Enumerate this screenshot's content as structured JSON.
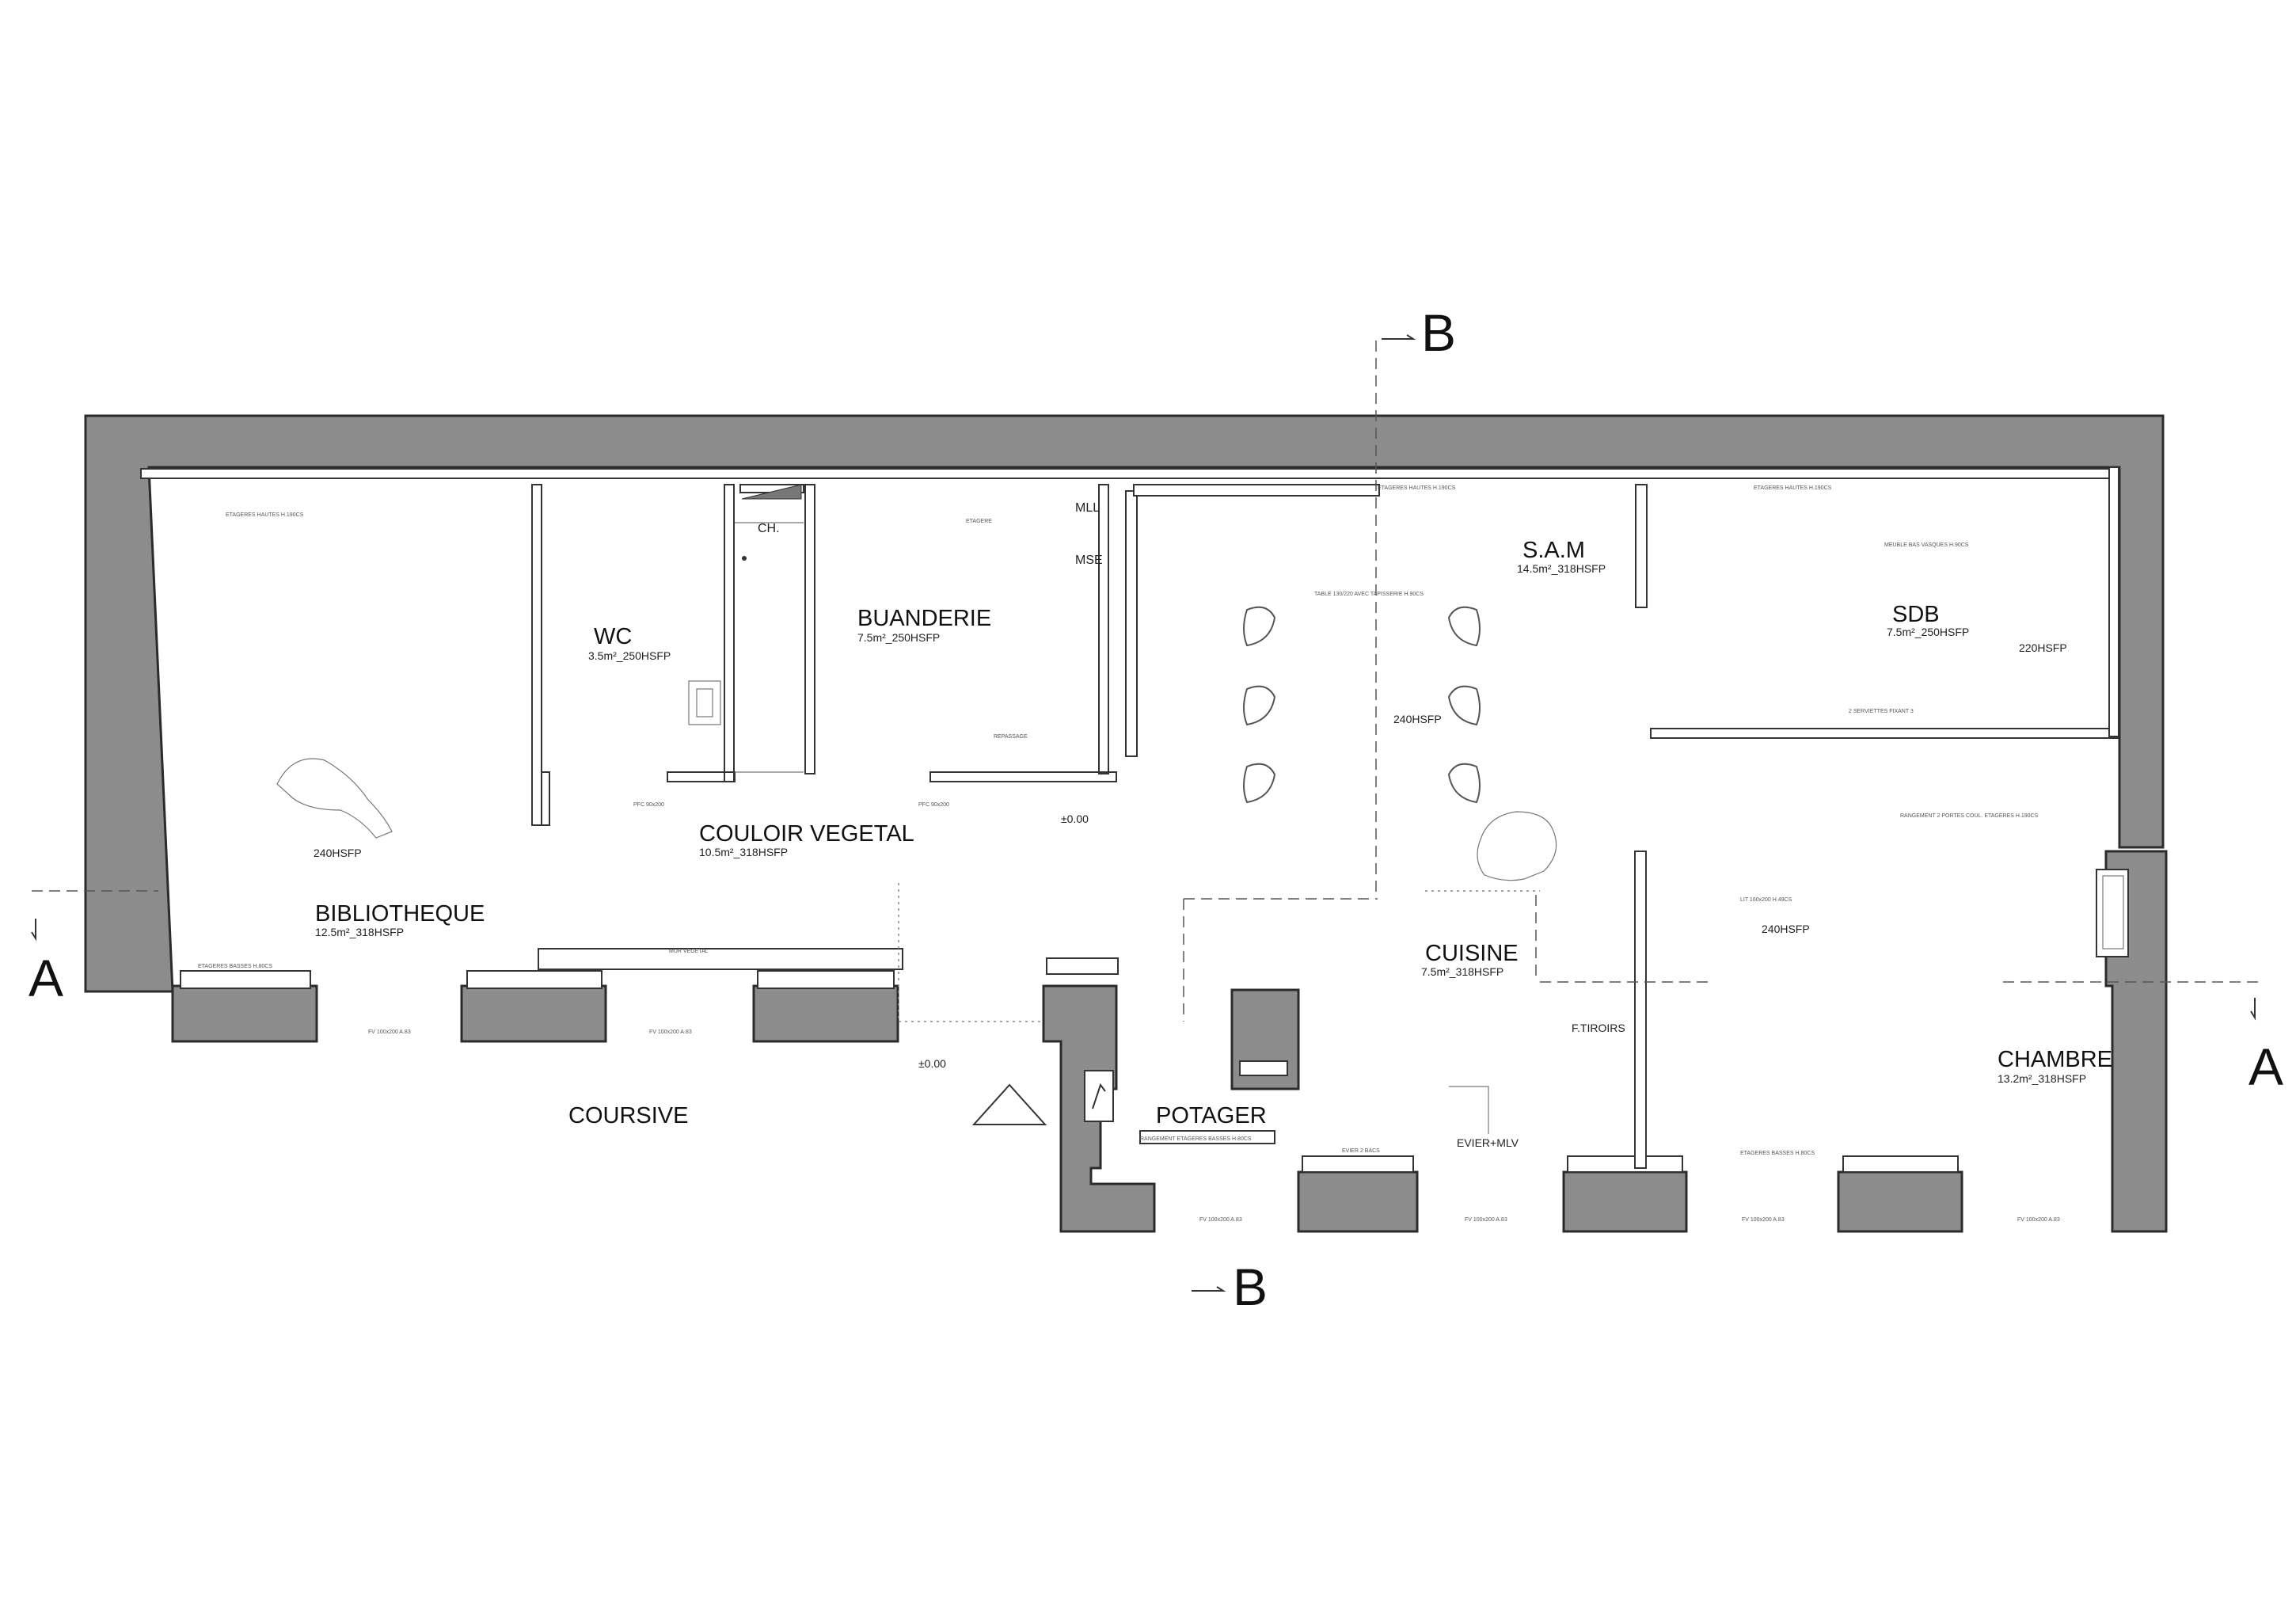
{
  "rooms": {
    "bibliotheque": {
      "name": "BIBLIOTHEQUE",
      "area": "12.5m²_318HSFP",
      "height": "240HSFP"
    },
    "wc": {
      "name": "WC",
      "area": "3.5m²_250HSFP"
    },
    "buanderie": {
      "name": "BUANDERIE",
      "area": "7.5m²_250HSFP"
    },
    "couloir": {
      "name": "COULOIR VEGETAL",
      "area": "10.5m²_318HSFP"
    },
    "sam": {
      "name": "S.A.M",
      "area": "14.5m²_318HSFP",
      "height": "240HSFP"
    },
    "sdb": {
      "name": "SDB",
      "area": "7.5m²_250HSFP",
      "height": "220HSFP"
    },
    "cuisine": {
      "name": "CUISINE",
      "area": "7.5m²_318HSFP"
    },
    "chambre": {
      "name": "CHAMBRE",
      "area": "13.2m²_318HSFP",
      "height": "240HSFP"
    },
    "coursive": {
      "name": "COURSIVE"
    },
    "potager": {
      "name": "POTAGER"
    }
  },
  "labels": {
    "ch": "CH.",
    "mll": "MLL",
    "mse": "MSE",
    "level_inside": "±0.00",
    "level_outside": "±0.00",
    "tiroirs": "F.TIROIRS",
    "evier": "EVIER+MLV"
  },
  "sections": {
    "a_left": "A",
    "a_right": "A",
    "b_top": "B",
    "b_bottom": "B"
  },
  "colors": {
    "wall_fill": "#8c8c8c",
    "line": "#333333",
    "background": "#ffffff"
  }
}
